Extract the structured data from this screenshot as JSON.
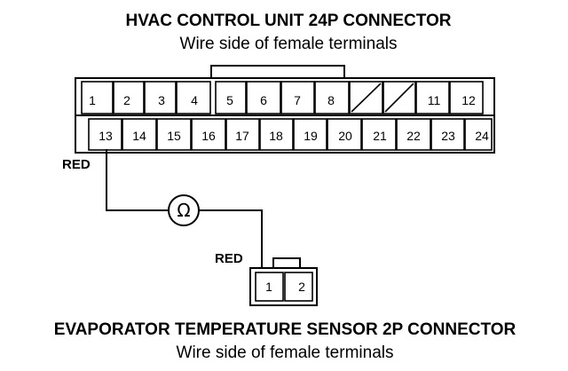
{
  "hvac_connector": {
    "title": "HVAC CONTROL UNIT 24P CONNECTOR",
    "subtitle": "Wire side of female terminals",
    "pins_top": [
      "1",
      "2",
      "3",
      "4",
      "5",
      "6",
      "7",
      "8",
      "",
      "",
      "11",
      "12"
    ],
    "pins_bottom": [
      "13",
      "14",
      "15",
      "16",
      "17",
      "18",
      "19",
      "20",
      "21",
      "22",
      "23",
      "24"
    ]
  },
  "wire_label_top": "RED",
  "meter_symbol": "Ω",
  "wire_label_bottom": "RED",
  "sensor_connector": {
    "title": "EVAPORATOR TEMPERATURE SENSOR 2P CONNECTOR",
    "subtitle": "Wire side of female terminals",
    "pins": [
      "1",
      "2"
    ]
  }
}
